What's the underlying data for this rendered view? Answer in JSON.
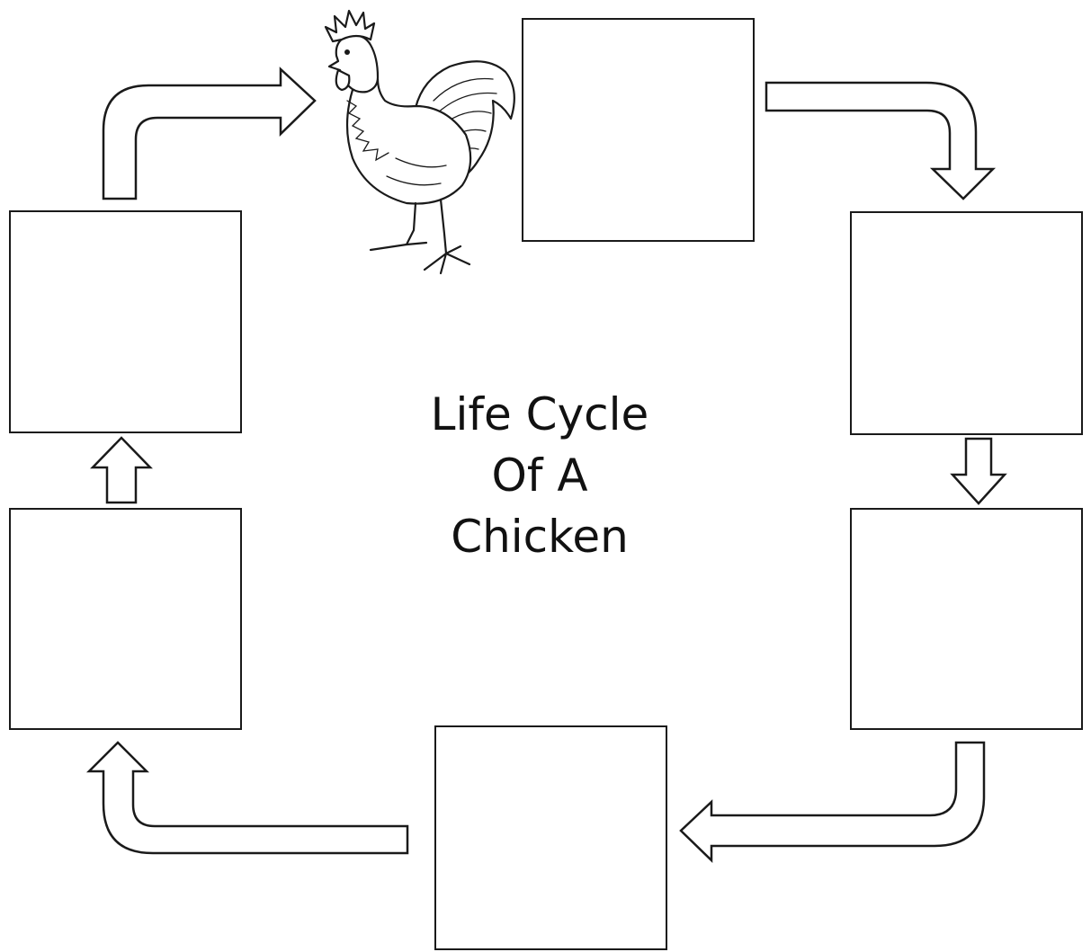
{
  "title": {
    "lines": [
      "Life Cycle",
      "Of A",
      "Chicken"
    ]
  },
  "stages": [
    {
      "id": "stage-1",
      "label": ""
    },
    {
      "id": "stage-2",
      "label": ""
    },
    {
      "id": "stage-3",
      "label": ""
    },
    {
      "id": "stage-4",
      "label": ""
    },
    {
      "id": "stage-5",
      "label": ""
    },
    {
      "id": "stage-6",
      "label": ""
    }
  ],
  "illustration": {
    "icon": "rooster-icon"
  },
  "colors": {
    "stroke": "#1a1a1a",
    "fill": "#ffffff",
    "background": "#ffffff"
  }
}
